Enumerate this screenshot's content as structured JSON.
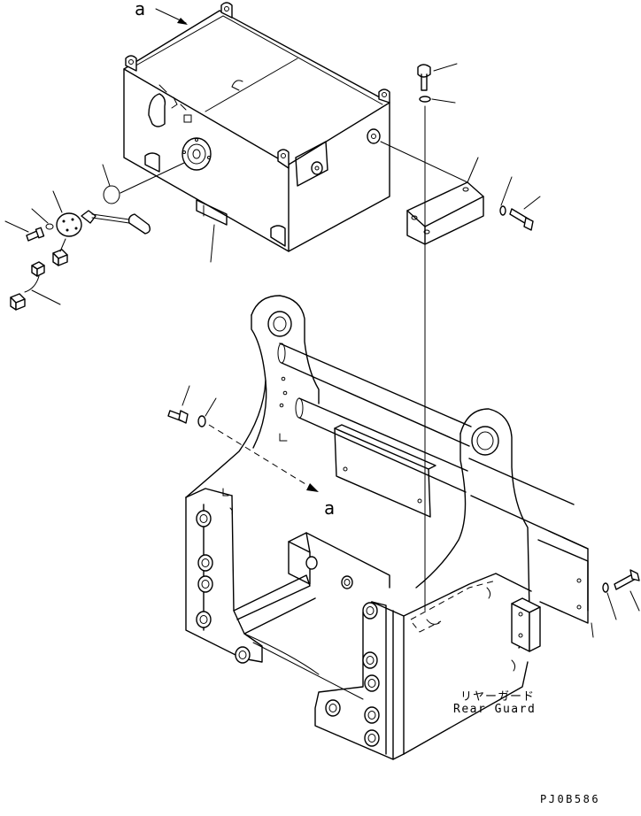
{
  "diagram": {
    "reference_mark_top": "a",
    "reference_mark_mid": "a",
    "label_japanese": "リヤーガード",
    "label_english": "Rear Guard",
    "drawing_code": "PJ0B586"
  }
}
